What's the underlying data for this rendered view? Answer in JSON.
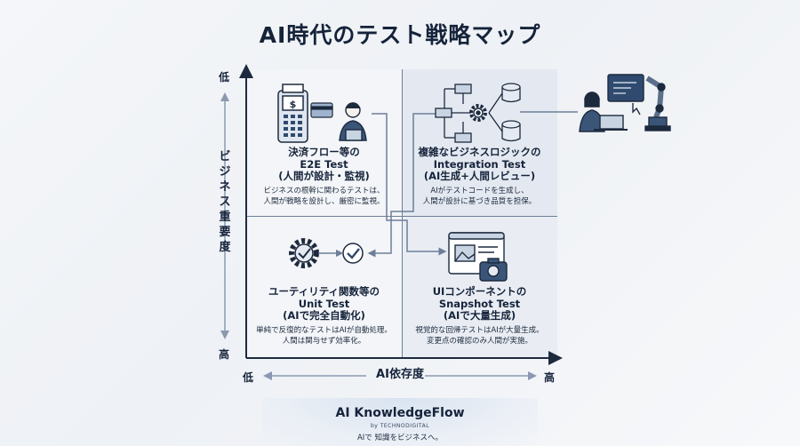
{
  "title": "AI時代のテスト戦略マップ",
  "axes": {
    "y_label": "ビジネス重要度",
    "y_top": "低",
    "y_bottom": "高",
    "x_label": "AI依存度",
    "x_left": "低",
    "x_right": "高"
  },
  "quadrants": {
    "top_left": {
      "heading": [
        "決済フロー等の",
        "E2E Test",
        "(人間が設計・監視)"
      ],
      "description": [
        "ビジネスの根幹に関わるテストは、",
        "人間が戦略を設計し、厳密に監視。"
      ],
      "icons": [
        "payment-terminal-icon",
        "credit-card-icon",
        "person-laptop-icon"
      ]
    },
    "top_right": {
      "heading": [
        "複雑なビジネスロジックの",
        "Integration Test",
        "(AI生成+人間レビュー)"
      ],
      "description": [
        "AIがテストコードを生成し、",
        "人間が設計に基づき品質を担保。"
      ],
      "icons": [
        "network-diagram-icon",
        "gear-icon",
        "database-icon"
      ]
    },
    "bottom_left": {
      "heading": [
        "ユーティリティ関数等の",
        "Unit Test",
        "(AIで完全自動化)"
      ],
      "description": [
        "単純で反復的なテストはAIが自動処理。",
        "人間は関与せず効率化。"
      ],
      "icons": [
        "gear-check-icon",
        "check-circle-icon"
      ]
    },
    "bottom_right": {
      "heading": [
        "UIコンポーネントの",
        "Snapshot Test",
        "(AIで大量生成)"
      ],
      "description": [
        "視覚的な回帰テストはAIが大量生成。",
        "変更点の確認のみ人間が実施。"
      ],
      "icons": [
        "browser-window-icon",
        "camera-icon"
      ]
    }
  },
  "side_illustration": "person-robot-arm-icon",
  "footer": {
    "brand": "AI KnowledgeFlow",
    "by": "by TECHNODIGITAL",
    "tagline": "AIで 知識をビジネスへ。"
  }
}
